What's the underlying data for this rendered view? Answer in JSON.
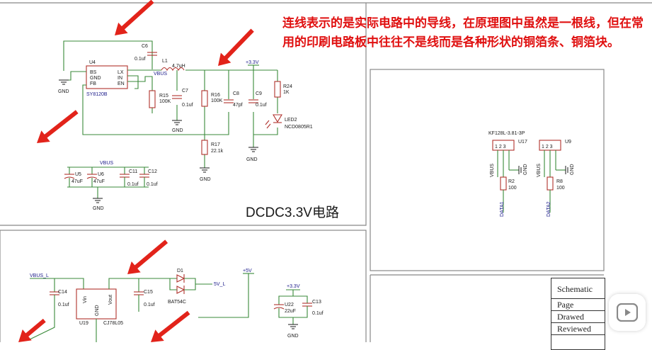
{
  "annotation_text": "连线表示的是实际电路中的导线，在原理图中虽然是一根线，但在常用的印刷电路板中往往不是线而是各种形状的铜箔条、铜箔块。",
  "circuit_title": "DCDC3.3V电路",
  "top_circuit": {
    "u4": "U4",
    "u4_chip": "SY8120B",
    "pin_bs": "BS",
    "pin_gnd": "GND",
    "pin_fb": "FB",
    "pin_lx": "LX",
    "pin_in": "IN",
    "pin_en": "EN",
    "c6": "C6",
    "c6_val": "0.1uf",
    "l1": "L1",
    "l1_val": "4.7uH",
    "vbus": "VBUS",
    "v33": "+3.3V",
    "r15": "R15",
    "r15_val": "100K",
    "c7": "C7",
    "c7_val": "0.1uf",
    "r16": "R16",
    "r16_val": "100K",
    "c8": "C8",
    "c8_val": "47pf",
    "c9": "C9",
    "c9_val": "0.1uf",
    "r24": "R24",
    "r24_val": "1K",
    "led2": "LED2",
    "led2_val": "NCD0805R1",
    "r17": "R17",
    "r17_val": "22.1k",
    "gnd": "GND"
  },
  "caps_row": {
    "vbus": "VBUS",
    "u5": "U5",
    "u5_val": "47uF",
    "u6": "U6",
    "u6_val": "47uF",
    "c11": "C11",
    "c11_val": "0.1uf",
    "c12": "C12",
    "c12_val": "0.1uf",
    "gnd": "GND"
  },
  "connectors": {
    "u17_part": "KF128L-3.81-3P",
    "u17": "U17",
    "u9": "U9",
    "vbus": "VBUS",
    "gnd": "GND",
    "r2": "R2",
    "r2_val": "100",
    "r8": "R8",
    "r8_val": "100",
    "data1": "DATA1",
    "data2": "DATA2",
    "pins": "1 2 3"
  },
  "bottom_circuit": {
    "vbus_l": "VBUS_L",
    "c14": "C14",
    "c14_val": "0.1uf",
    "vin": "Vin",
    "gnd_pin": "GND",
    "vout": "Vout",
    "u19": "U19",
    "u19_chip": "CJ78L05",
    "c15": "C15",
    "c15_val": "0.1uf",
    "d1": "D1",
    "d1_val": "BAT54C",
    "v5l": "5V_L",
    "v5": "+5V",
    "v33": "+3.3V",
    "u22": "U22",
    "u22_val": "22uF",
    "c13": "C13",
    "c13_val": "0.1uf",
    "gnd": "GND"
  },
  "title_block": {
    "schematic": "Schematic",
    "page": "Page",
    "drawed": "Drawed",
    "reviewed": "Reviewed"
  },
  "icons": {
    "play": "play-icon",
    "arrow": "red-arrow"
  },
  "colors": {
    "wire": "#3a8a3a",
    "component": "#b0322c",
    "annotation": "#e01010",
    "net_label": "#1a1a8a"
  }
}
